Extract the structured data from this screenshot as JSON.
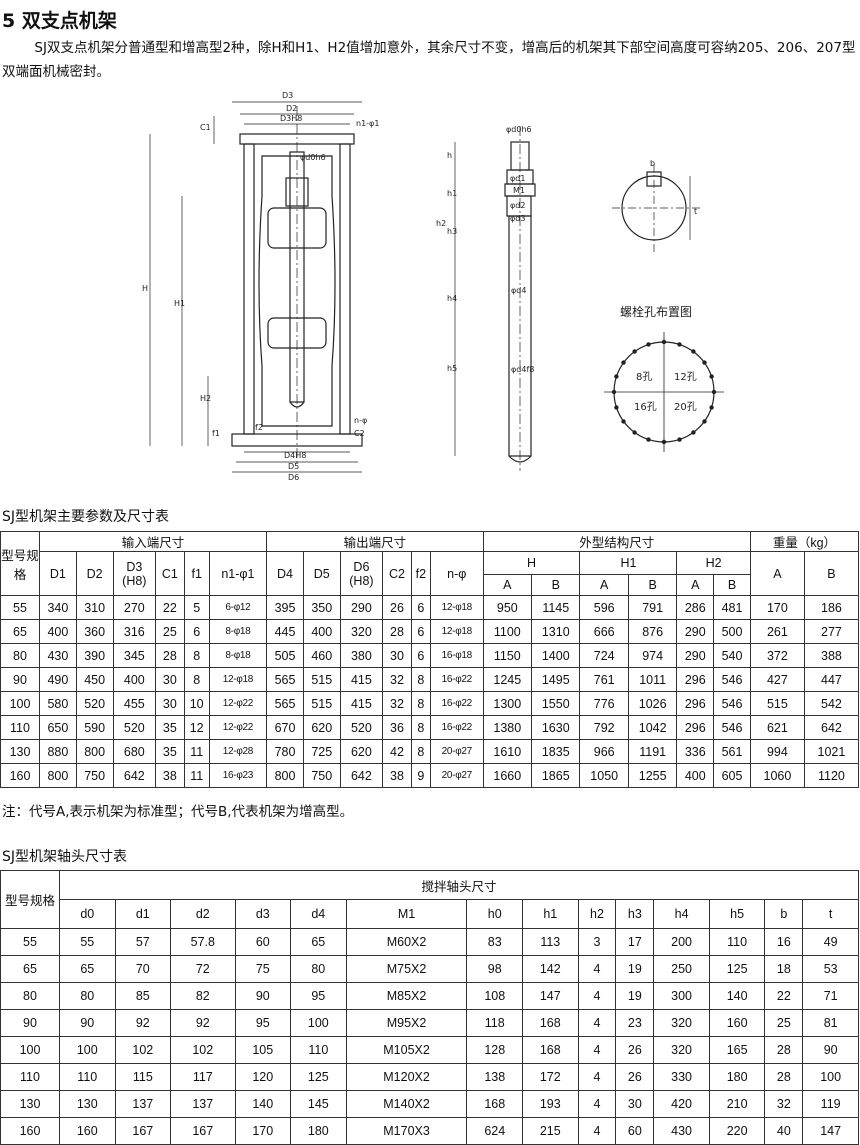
{
  "title": "5 双支点机架",
  "intro": "SJ双支点机架分普通型和增高型2种，除H和H1、H2值增加意外，其余尺寸不变，增高后的机架其下部空间高度可容纳205、206、207型双端面机械密封。",
  "drawing": {
    "frame_labels": [
      "D3",
      "D2",
      "D3H8",
      "C1",
      "n1-φ1",
      "φd0h6",
      "H",
      "H1",
      "H2",
      "f1",
      "f2",
      "n-φ",
      "C2",
      "D4H8",
      "D5",
      "D6"
    ],
    "shaft_labels": [
      "φd0h6",
      "h",
      "φd1",
      "M1",
      "h1",
      "φd2",
      "φd3",
      "h2",
      "h3",
      "h4",
      "φd4",
      "h5",
      "φd4f8"
    ],
    "key_labels": [
      "b",
      "t"
    ],
    "bolt_title": "螺栓孔布置图",
    "bolt_holes": [
      "8孔",
      "12孔",
      "16孔",
      "20孔"
    ]
  },
  "table1": {
    "caption": "SJ型机架主要参数及尺寸表",
    "corner": "型号规格",
    "groups": [
      "输入端尺寸",
      "输出端尺寸",
      "外型结构尺寸",
      "重量（kg）"
    ],
    "input_cols": [
      "D1",
      "D2",
      "D3\n(H8)",
      "C1",
      "f1",
      "n1-φ1"
    ],
    "output_cols": [
      "D4",
      "D5",
      "D6\n(H8)",
      "C2",
      "f2",
      "n-φ"
    ],
    "outer_groups": [
      "H",
      "H1",
      "H2"
    ],
    "ab": [
      "A",
      "B"
    ],
    "rows": [
      [
        "55",
        "340",
        "310",
        "270",
        "22",
        "5",
        "6-φ12",
        "395",
        "350",
        "290",
        "26",
        "6",
        "12-φ18",
        "950",
        "1145",
        "596",
        "791",
        "286",
        "481",
        "170",
        "186"
      ],
      [
        "65",
        "400",
        "360",
        "316",
        "25",
        "6",
        "8-φ18",
        "445",
        "400",
        "320",
        "28",
        "6",
        "12-φ18",
        "1100",
        "1310",
        "666",
        "876",
        "290",
        "500",
        "261",
        "277"
      ],
      [
        "80",
        "430",
        "390",
        "345",
        "28",
        "8",
        "8-φ18",
        "505",
        "460",
        "380",
        "30",
        "6",
        "16-φ18",
        "1150",
        "1400",
        "724",
        "974",
        "290",
        "540",
        "372",
        "388"
      ],
      [
        "90",
        "490",
        "450",
        "400",
        "30",
        "8",
        "12-φ18",
        "565",
        "515",
        "415",
        "32",
        "8",
        "16-φ22",
        "1245",
        "1495",
        "761",
        "1011",
        "296",
        "546",
        "427",
        "447"
      ],
      [
        "100",
        "580",
        "520",
        "455",
        "30",
        "10",
        "12-φ22",
        "565",
        "515",
        "415",
        "32",
        "8",
        "16-φ22",
        "1300",
        "1550",
        "776",
        "1026",
        "296",
        "546",
        "515",
        "542"
      ],
      [
        "110",
        "650",
        "590",
        "520",
        "35",
        "12",
        "12-φ22",
        "670",
        "620",
        "520",
        "36",
        "8",
        "16-φ22",
        "1380",
        "1630",
        "792",
        "1042",
        "296",
        "546",
        "621",
        "642"
      ],
      [
        "130",
        "880",
        "800",
        "680",
        "35",
        "11",
        "12-φ28",
        "780",
        "725",
        "620",
        "42",
        "8",
        "20-φ27",
        "1610",
        "1835",
        "966",
        "1191",
        "336",
        "561",
        "994",
        "1021"
      ],
      [
        "160",
        "800",
        "750",
        "642",
        "38",
        "11",
        "16-φ23",
        "800",
        "750",
        "642",
        "38",
        "9",
        "20-φ27",
        "1660",
        "1865",
        "1050",
        "1255",
        "400",
        "605",
        "1060",
        "1120"
      ]
    ]
  },
  "note": "注：代号A,表示机架为标准型；代号B,代表机架为增高型。",
  "table2": {
    "caption": "SJ型机架轴头尺寸表",
    "corner": "型号规格",
    "group": "搅拌轴头尺寸",
    "cols": [
      "d0",
      "d1",
      "d2",
      "d3",
      "d4",
      "M1",
      "h0",
      "h1",
      "h2",
      "h3",
      "h4",
      "h5",
      "b",
      "t"
    ],
    "rows": [
      [
        "55",
        "55",
        "57",
        "57.8",
        "60",
        "65",
        "M60X2",
        "83",
        "113",
        "3",
        "17",
        "200",
        "110",
        "16",
        "49"
      ],
      [
        "65",
        "65",
        "70",
        "72",
        "75",
        "80",
        "M75X2",
        "98",
        "142",
        "4",
        "19",
        "250",
        "125",
        "18",
        "53"
      ],
      [
        "80",
        "80",
        "85",
        "82",
        "90",
        "95",
        "M85X2",
        "108",
        "147",
        "4",
        "19",
        "300",
        "140",
        "22",
        "71"
      ],
      [
        "90",
        "90",
        "92",
        "92",
        "95",
        "100",
        "M95X2",
        "118",
        "168",
        "4",
        "23",
        "320",
        "160",
        "25",
        "81"
      ],
      [
        "100",
        "100",
        "102",
        "102",
        "105",
        "110",
        "M105X2",
        "128",
        "168",
        "4",
        "26",
        "320",
        "165",
        "28",
        "90"
      ],
      [
        "110",
        "110",
        "115",
        "117",
        "120",
        "125",
        "M120X2",
        "138",
        "172",
        "4",
        "26",
        "330",
        "180",
        "28",
        "100"
      ],
      [
        "130",
        "130",
        "137",
        "137",
        "140",
        "145",
        "M140X2",
        "168",
        "193",
        "4",
        "30",
        "420",
        "210",
        "32",
        "119"
      ],
      [
        "160",
        "160",
        "167",
        "167",
        "170",
        "180",
        "M170X3",
        "624",
        "215",
        "4",
        "60",
        "430",
        "220",
        "40",
        "147"
      ]
    ]
  }
}
